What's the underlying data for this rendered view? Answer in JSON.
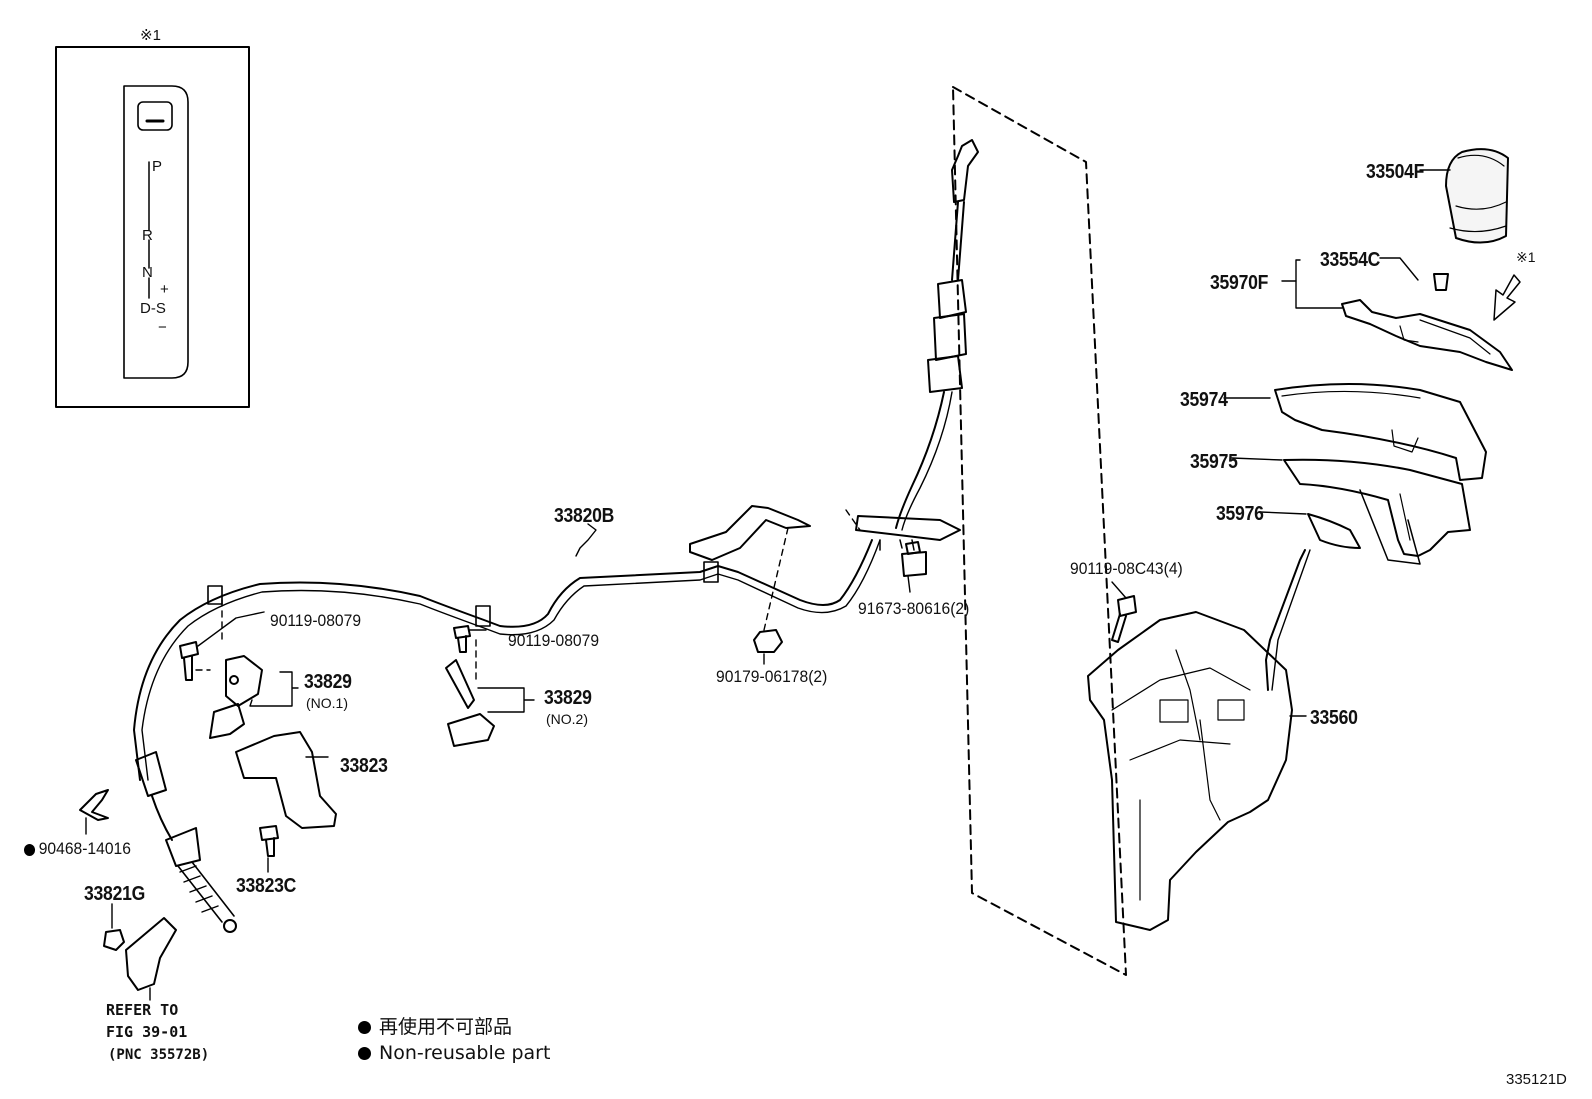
{
  "inset": {
    "title": "※1",
    "gear_p": "P",
    "gear_r": "R",
    "gear_n": "N",
    "gear_ds": "D-S",
    "gear_plus": "+",
    "gear_minus": "−"
  },
  "parts": {
    "p33504F": "33504F",
    "p33554C": "33554C",
    "p35970F": "35970F",
    "mark1": "※1",
    "p35974": "35974",
    "p35975": "35975",
    "p35976": "35976",
    "p90119_08C43": "90119-08C43(4)",
    "p33560": "33560",
    "p33820B": "33820B",
    "p91673": "91673-80616(2)",
    "p90179": "90179-06178(2)",
    "p90119_08079_a": "90119-08079",
    "p90119_08079_b": "90119-08079",
    "p33829_no1": "33829",
    "p33829_no1_sub": "(NO.1)",
    "p33829_no2": "33829",
    "p33829_no2_sub": "(NO.2)",
    "p33823": "33823",
    "p33823C": "33823C",
    "p90468": "90468-14016",
    "p33821G": "33821G",
    "refer_line1": "REFER TO",
    "refer_line2": "FIG 39-01",
    "refer_line3": "(PNC 35572B)"
  },
  "legend": {
    "jp": "再使用不可部品",
    "en": "Non-reusable part"
  },
  "footer": {
    "code": "335121D"
  }
}
